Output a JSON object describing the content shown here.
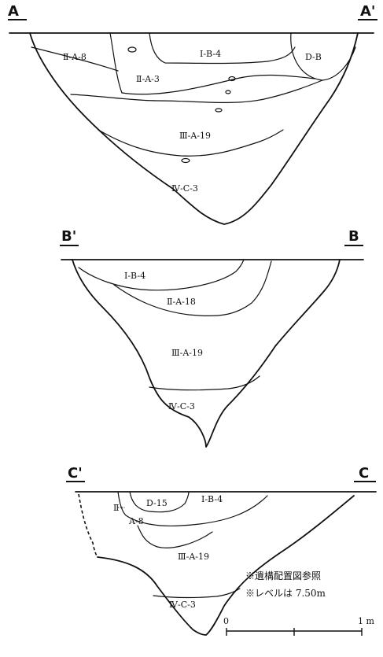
{
  "sections": [
    {
      "left_label": "A",
      "right_label": "A'",
      "layers": [
        "Ⅱ-A-8",
        "Ⅱ-A-3",
        "Ⅰ-B-4",
        "D-B",
        "Ⅲ-A-19",
        "Ⅳ-C-3"
      ]
    },
    {
      "left_label": "B'",
      "right_label": "B",
      "layers": [
        "Ⅰ-B-4",
        "Ⅱ-A-18",
        "Ⅲ-A-19",
        "Ⅳ-C-3"
      ]
    },
    {
      "left_label": "C'",
      "right_label": "C",
      "layers": [
        "Ⅱ",
        "D-15",
        "Ⅰ-B-4",
        "A-8",
        "Ⅲ-A-19",
        "Ⅳ-C-3"
      ]
    }
  ],
  "notes": [
    "※遺構配置図参照",
    "※レベルは 7.50m"
  ],
  "scale": {
    "start": "0",
    "end": "1 m"
  }
}
